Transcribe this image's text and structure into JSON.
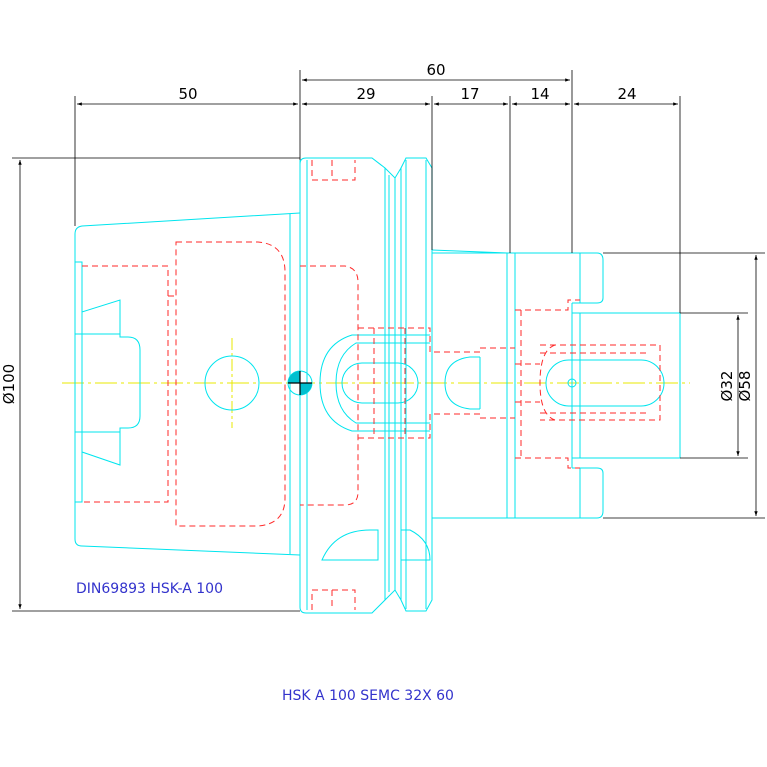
{
  "dimensions": {
    "d60": "60",
    "d50": "50",
    "d29": "29",
    "d17": "17",
    "d14": "14",
    "d24": "24",
    "dia100": "Ø100",
    "dia32": "Ø32",
    "dia58": "Ø58"
  },
  "notes": {
    "standard": "DIN69893 HSK-A 100",
    "title": "HSK A 100 SEMC 32X 60"
  },
  "colors": {
    "outline": "#00e5ee",
    "hidden": "#ff2a2a",
    "center": "#e8e800",
    "dimension": "#000000",
    "note_text": "#3333cc"
  }
}
